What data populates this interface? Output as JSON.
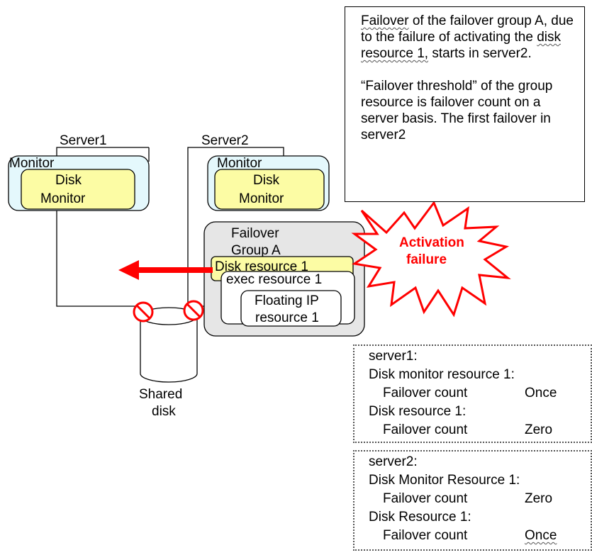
{
  "servers": {
    "server1": {
      "label": "Server1",
      "monitor_label": "Monitor",
      "disk_monitor_label": [
        "Disk",
        "Monitor"
      ]
    },
    "server2": {
      "label": "Server2",
      "monitor_label": "Monitor",
      "disk_monitor_label": [
        "Disk",
        "Monitor"
      ]
    }
  },
  "failover_group": {
    "label": [
      "Failover",
      "Group A"
    ],
    "disk_resource": "Disk resource 1",
    "exec_resource": "exec resource 1",
    "floating_ip": [
      "Floating IP",
      "resource 1"
    ]
  },
  "burst_label": [
    "Activation",
    "failure"
  ],
  "shared_disk_label": [
    "Shared",
    "disk"
  ],
  "note": {
    "underlined_word": "Failover",
    "line1_rest": " of the failover group A, due to the failure of activating the ",
    "underlined_phrase": "disk resource 1,",
    "line1_end": " starts in server2.",
    "paragraph2": "“Failover threshold” of the group resource is failover count on a server basis. The first failover in server2"
  },
  "server1_counts": {
    "header": "server1:",
    "monitor_label": "Disk monitor resource 1:",
    "monitor_count_key": "Failover count",
    "monitor_count_value": "Once",
    "resource_label": "Disk resource 1:",
    "resource_count_key": "Failover count",
    "resource_count_value": "Zero"
  },
  "server2_counts": {
    "header": "server2:",
    "monitor_label": "Disk Monitor Resource 1:",
    "monitor_count_key": "Failover count",
    "monitor_count_value": "Zero",
    "resource_label": "Disk Resource 1:",
    "resource_count_key": "Failover count",
    "resource_count_value": "Once"
  },
  "colors": {
    "monitor_fill": "#e4f8fc",
    "disk_monitor_fill": "#fcfca4",
    "group_fill": "#e6e6e6",
    "arrow_red": "#ff0000",
    "burst_text": "#ff0000"
  },
  "icons": {
    "blocked": "prohibited-icon"
  }
}
